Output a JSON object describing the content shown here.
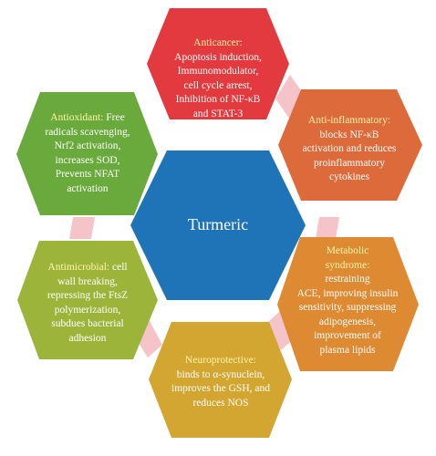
{
  "center": {
    "label": "Turmeric"
  },
  "colors": {
    "center": "#1f74b8",
    "anticancer": "#e23a3e",
    "anti_inflammatory": "#dd6a3a",
    "metabolic": "#dd8a32",
    "neuroprotective": "#d2a631",
    "antimicrobial": "#9db43b",
    "antioxidant": "#6aaa3c",
    "connector": "#f4c4c9",
    "heading": "#fff6a8"
  },
  "nodes": {
    "anticancer": {
      "heading": "Anticancer:",
      "body": [
        "Apoptosis induction,",
        "Immunomodulator,",
        "cell cycle arrest,",
        "Inhibition of NF-κB",
        "and STAT-3"
      ]
    },
    "anti_inflammatory": {
      "heading": "Anti-inflammatory:",
      "body": [
        "blocks NF-κB",
        "activation and reduces",
        "proinflammatory",
        "cytokines"
      ]
    },
    "metabolic": {
      "heading": "Metabolic",
      "heading2": "syndrome:",
      "body": [
        "restraining",
        "ACE, improving insulin",
        "sensitivity, suppressing",
        "adipogenesis,",
        "improvement of",
        "plasma lipids"
      ]
    },
    "neuroprotective": {
      "heading": "Neuroprotective:",
      "body": [
        "binds to α-synuclein,",
        "improves the GSH, and",
        "reduces NOS"
      ]
    },
    "antimicrobial": {
      "heading": "Antimicrobial:",
      "first_line_rest": " cell",
      "body": [
        "wall breaking,",
        "repressing the FtsZ",
        "polymerization,",
        "subdues bacterial",
        "adhesion"
      ]
    },
    "antioxidant": {
      "heading": "Antioxidant:",
      "first_line_rest": " Free",
      "body": [
        "radicals scavenging,",
        "Nrf2 activation,",
        "increases SOD,",
        "Prevents NFAT",
        "activation"
      ]
    }
  }
}
